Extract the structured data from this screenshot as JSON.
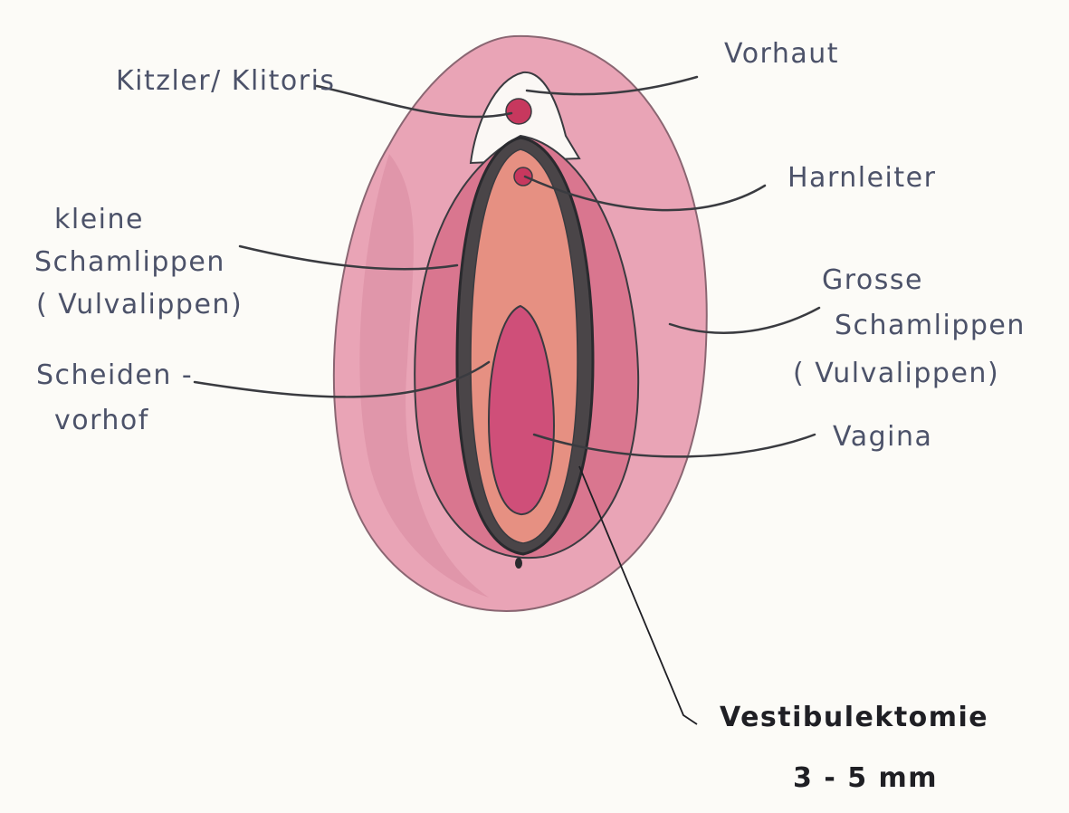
{
  "labels": {
    "kitzler": "Kitzler/ Klitoris",
    "vorhaut": "Vorhaut",
    "harnleiter": "Harnleiter",
    "kleine_1": "kleine",
    "kleine_2": "Schamlippen",
    "kleine_3": "( Vulvalippen)",
    "grosse_1": "Grosse",
    "grosse_2": "Schamlippen",
    "grosse_3": "( Vulvalippen)",
    "scheiden_1": "Scheiden -",
    "scheiden_2": "vorhof",
    "vagina": "Vagina",
    "vestibulektomie": "Vestibulektomie",
    "measure": "3 - 5 mm"
  },
  "colors": {
    "background": "#fcfbf7",
    "outer_labia": "#e9a4b6",
    "inner_labia": "#d9768f",
    "vestibule": "#e69082",
    "vagina": "#cf4f79",
    "clitoris": "#c7385e",
    "pencil": "#3a3b40",
    "label_ink": "#4c5269",
    "emphasis_ink": "#1f1f24"
  }
}
